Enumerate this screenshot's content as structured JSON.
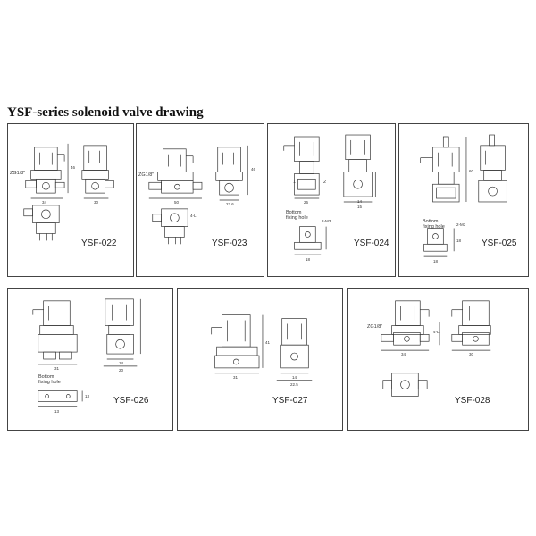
{
  "page": {
    "title": "YSF-series solenoid valve drawing"
  },
  "panels": [
    {
      "model": "YSF-022",
      "labels": [
        "ZG1/8\""
      ],
      "dims": [
        "34",
        "30",
        "46"
      ]
    },
    {
      "model": "YSF-023",
      "labels": [
        "ZG1/8\""
      ],
      "dims": [
        "50",
        "22.6",
        "46",
        "4-L"
      ]
    },
    {
      "model": "YSF-024",
      "labels": [
        "Bottom",
        "fixing hole",
        "1",
        "2"
      ],
      "dims": [
        "26",
        "14",
        "15",
        "2-M3",
        "18"
      ]
    },
    {
      "model": "YSF-025",
      "labels": [
        "Bottom",
        "fixing hole"
      ],
      "dims": [
        "2-M3",
        "18",
        "18",
        "60"
      ]
    },
    {
      "model": "YSF-026",
      "labels": [
        "Bottom",
        "fixing hole"
      ],
      "dims": [
        "31",
        "14",
        "20",
        "13",
        "13"
      ]
    },
    {
      "model": "YSF-027",
      "labels": [],
      "dims": [
        "31",
        "14",
        "22.5",
        "41"
      ]
    },
    {
      "model": "YSF-028",
      "labels": [
        "ZG1/8\""
      ],
      "dims": [
        "34",
        "30",
        "4-L"
      ]
    }
  ]
}
